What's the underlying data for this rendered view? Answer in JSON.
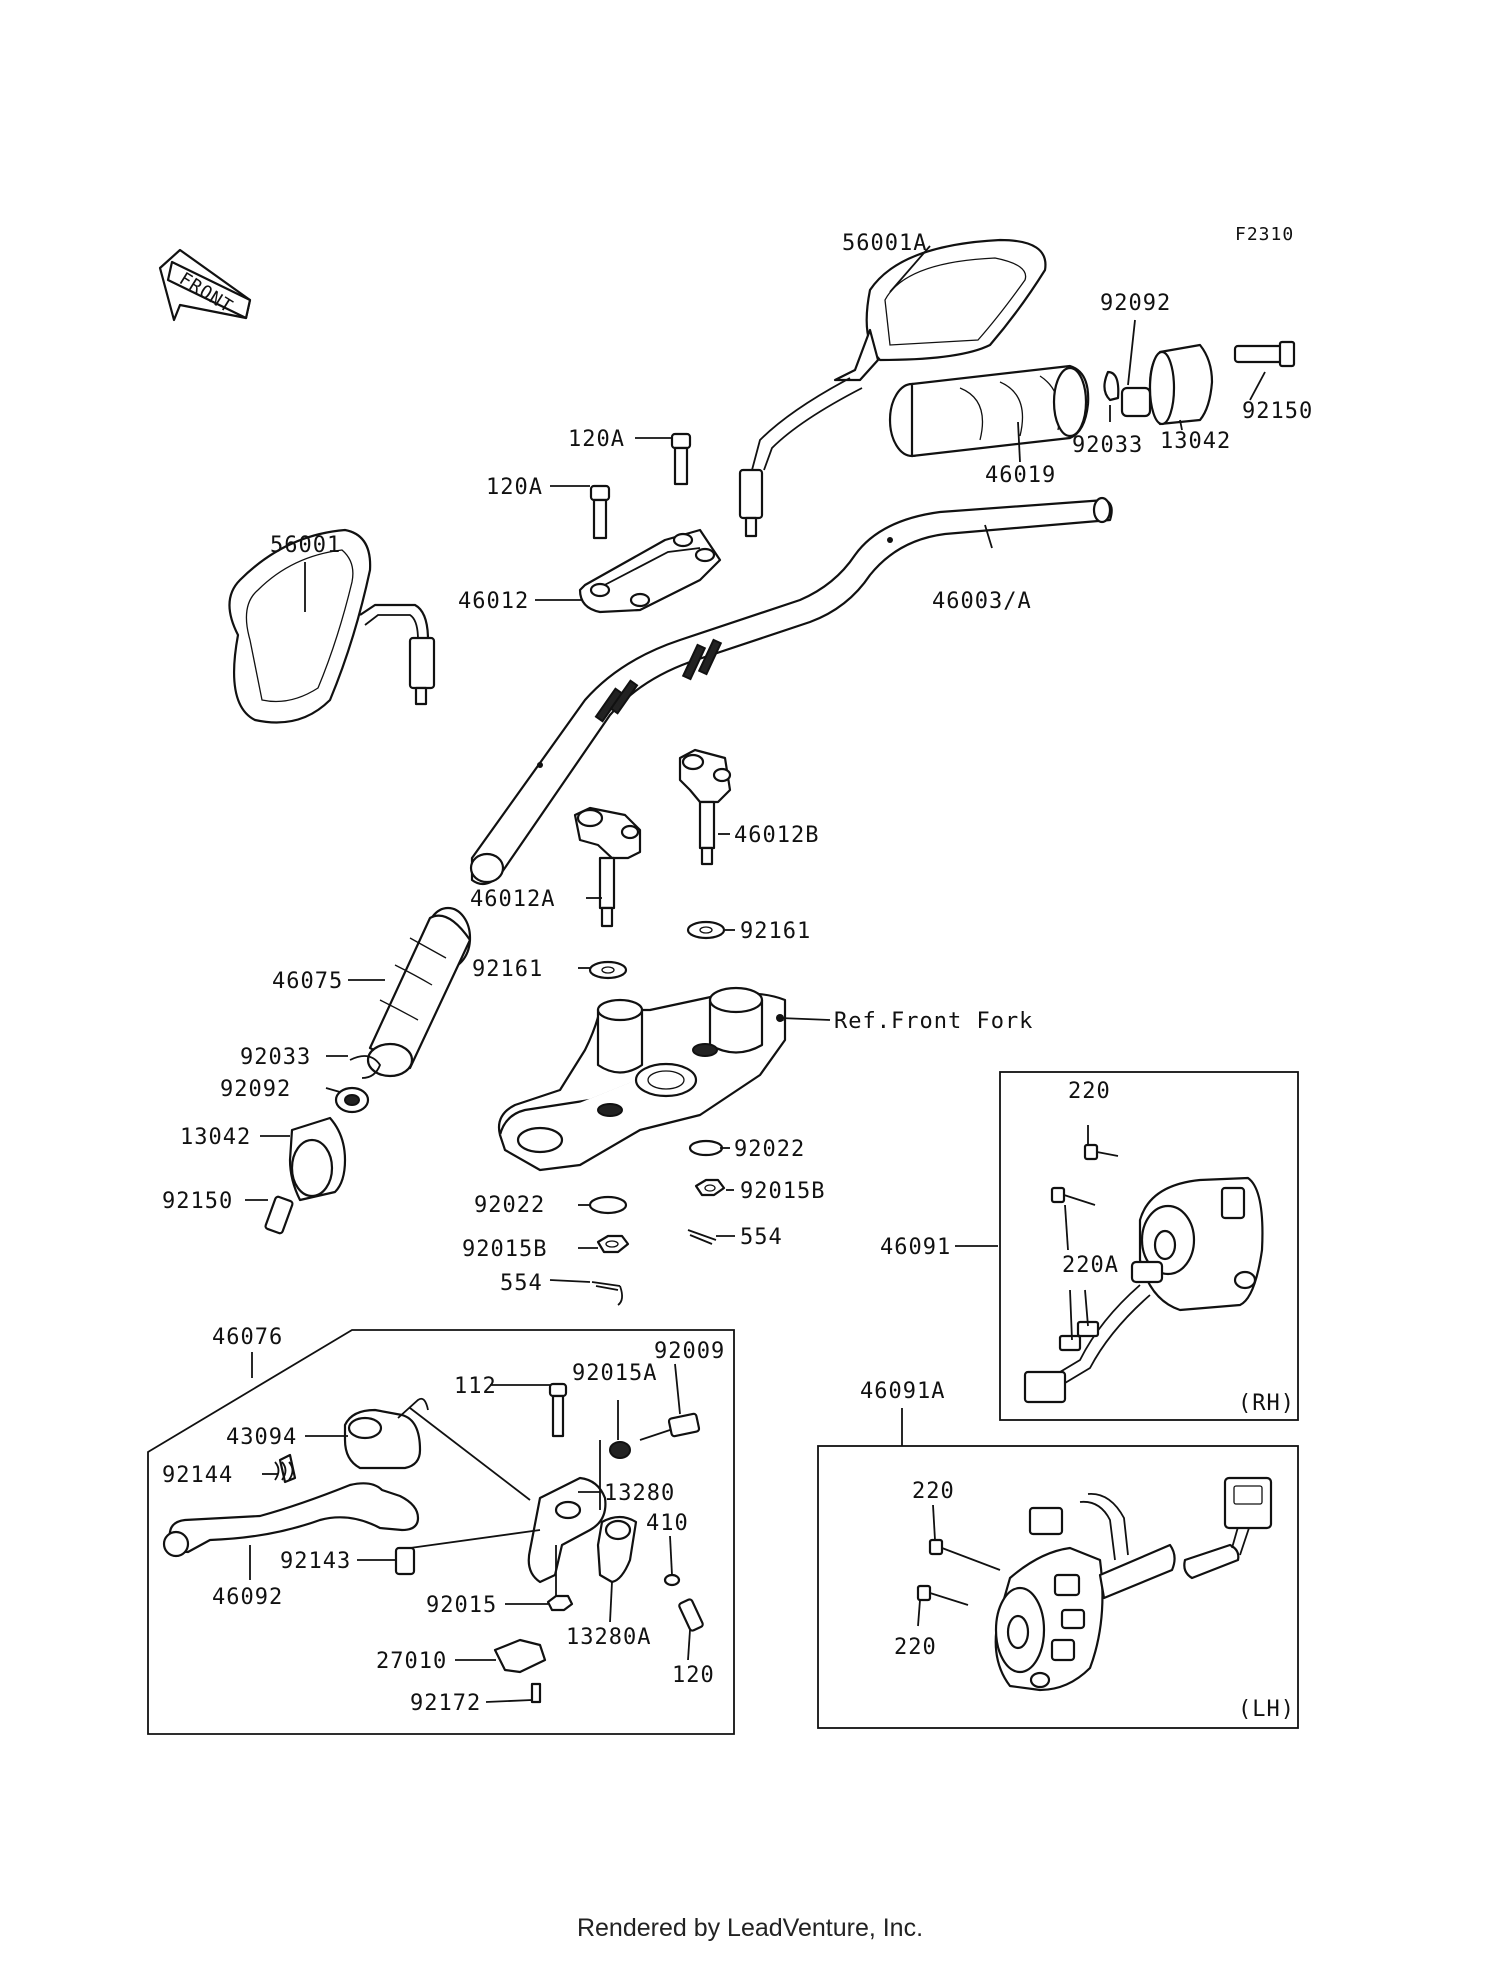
{
  "diagram": {
    "code": "F2310",
    "front_label": "FRONT",
    "ref_label": "Ref.Front Fork",
    "rh_label": "(RH)",
    "lh_label": "(LH)",
    "callouts": {
      "p56001A": "56001A",
      "p92092_r": "92092",
      "p92150_r": "92150",
      "p92033_r": "92033",
      "p13042_r": "13042",
      "p46019": "46019",
      "p120A_1": "120A",
      "p120A_2": "120A",
      "p56001": "56001",
      "p46012": "46012",
      "p46003A": "46003/A",
      "p46012B": "46012B",
      "p46012A": "46012A",
      "p92161_r": "92161",
      "p92161_l": "92161",
      "p46075": "46075",
      "p92033_l": "92033",
      "p92092_l": "92092",
      "p13042_l": "13042",
      "p92150_l": "92150",
      "p92022_r": "92022",
      "p92015B_r": "92015B",
      "p554_r": "554",
      "p92022_l": "92022",
      "p92015B_l": "92015B",
      "p554_l": "554",
      "p220_rh": "220",
      "p220A": "220A",
      "p46091": "46091",
      "p46076": "46076",
      "p92009": "92009",
      "p112": "112",
      "p92015A": "92015A",
      "p43094": "43094",
      "p13280": "13280",
      "p92144": "92144",
      "p410": "410",
      "p92143": "92143",
      "p46092": "46092",
      "p92015": "92015",
      "p13280A": "13280A",
      "p120": "120",
      "p27010": "27010",
      "p92172": "92172",
      "p46091A": "46091A",
      "p220_lh1": "220",
      "p220_lh2": "220"
    }
  },
  "footer": "Rendered by LeadVenture, Inc."
}
